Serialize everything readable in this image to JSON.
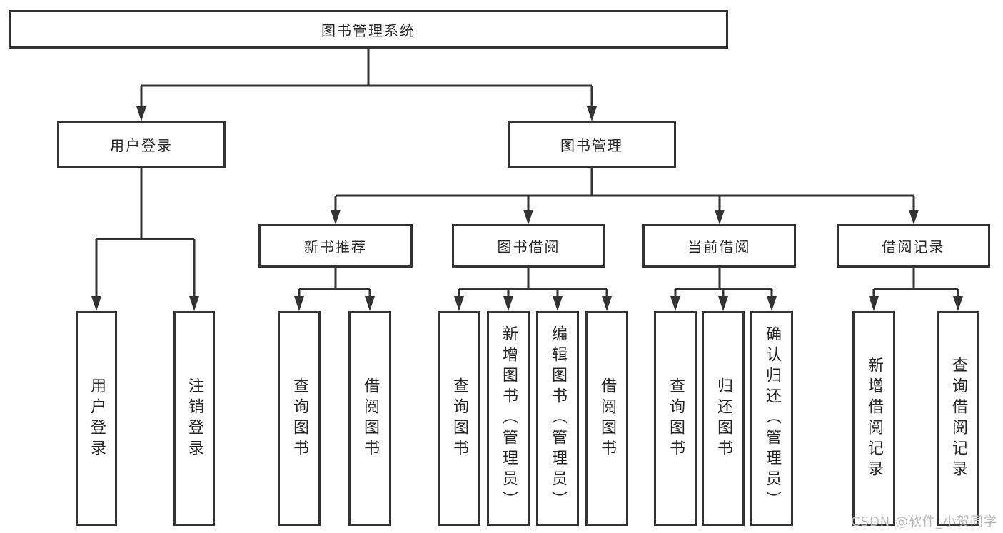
{
  "tree": {
    "label": "图书管理系统",
    "children": [
      {
        "label": "用户登录",
        "children": [
          {
            "label": "用户登录"
          },
          {
            "label": "注销登录"
          }
        ]
      },
      {
        "label": "图书管理",
        "children": [
          {
            "label": "新书推荐",
            "children": [
              {
                "label": "查询图书"
              },
              {
                "label": "借阅图书"
              }
            ]
          },
          {
            "label": "图书借阅",
            "children": [
              {
                "label": "查询图书"
              },
              {
                "label": "新增图书（管理员）"
              },
              {
                "label": "编辑图书（管理员）"
              },
              {
                "label": "借阅图书"
              }
            ]
          },
          {
            "label": "当前借阅",
            "children": [
              {
                "label": "查询图书"
              },
              {
                "label": "归还图书"
              },
              {
                "label": "确认归还（管理员）"
              }
            ]
          },
          {
            "label": "借阅记录",
            "children": [
              {
                "label": "新增借阅记录"
              },
              {
                "label": "查询借阅记录"
              }
            ]
          }
        ]
      }
    ]
  },
  "watermark": {
    "text": "CSDN @软件_小贺同学"
  },
  "colors": {
    "line": "#333333",
    "box_border": "#333333",
    "box_background": "#ffffff",
    "text": "#262626",
    "watermark": "#b9b9b9",
    "page_background": "#ffffff"
  }
}
